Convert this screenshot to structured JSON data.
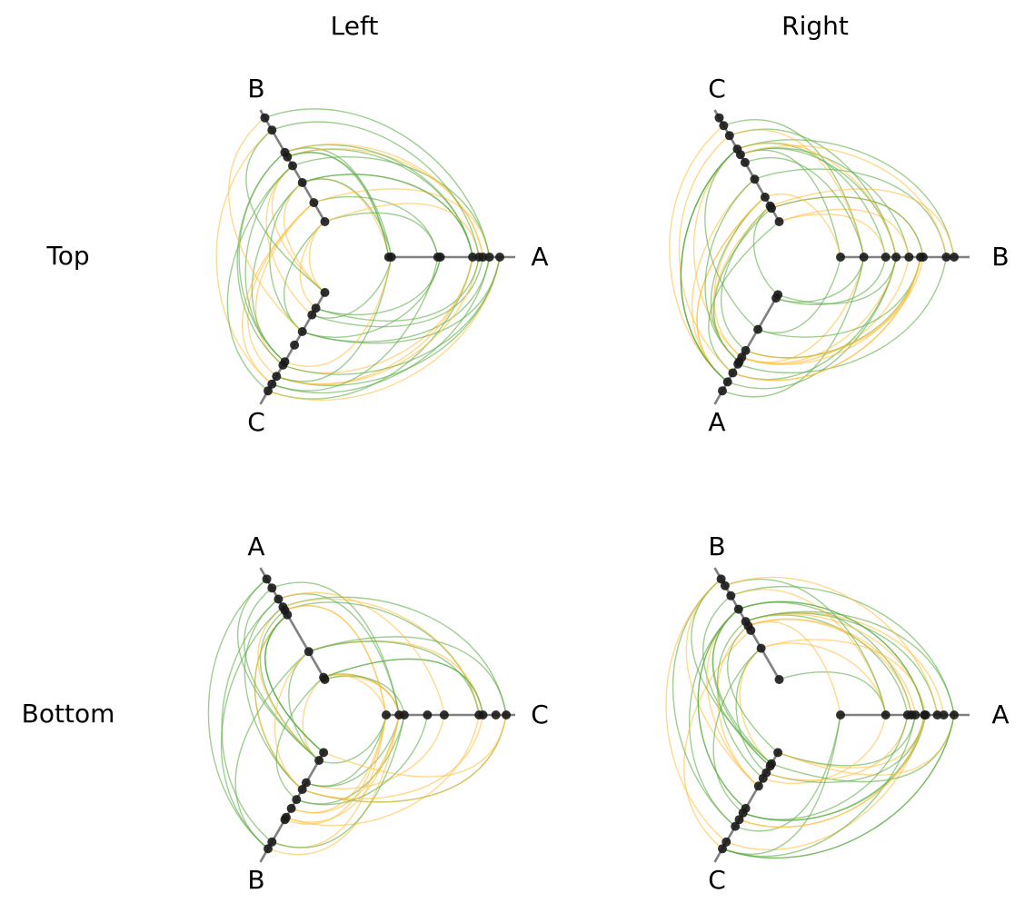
{
  "column_titles": [
    "Left",
    "Right"
  ],
  "row_titles": [
    "Top",
    "Bottom"
  ],
  "colors": {
    "axis": "#808080",
    "node": "#1a1a1a",
    "edge_green": "#5fae48",
    "edge_orange": "#ffbf40"
  },
  "panels": [
    {
      "row": 0,
      "col": 0,
      "axes": [
        {
          "label": "A",
          "nodes": [
            0.02,
            0.04,
            0.4,
            0.42,
            0.67,
            0.72,
            0.75,
            0.8,
            0.88
          ]
        },
        {
          "label": "B",
          "nodes": [
            0.0,
            0.17,
            0.35,
            0.5,
            0.58,
            0.62,
            0.82,
            0.93
          ]
        },
        {
          "label": "C",
          "nodes": [
            0.0,
            0.14,
            0.2,
            0.35,
            0.47,
            0.62,
            0.65,
            0.75,
            0.82,
            0.88
          ]
        }
      ]
    },
    {
      "row": 0,
      "col": 1,
      "axes": [
        {
          "label": "B",
          "nodes": [
            0.0,
            0.18,
            0.35,
            0.43,
            0.53,
            0.62,
            0.64,
            0.82,
            0.88
          ]
        },
        {
          "label": "C",
          "nodes": [
            0.0,
            0.12,
            0.14,
            0.22,
            0.38,
            0.53,
            0.6,
            0.65,
            0.77,
            0.86,
            0.93
          ]
        },
        {
          "label": "A",
          "nodes": [
            0.02,
            0.05,
            0.33,
            0.52,
            0.58,
            0.62,
            0.64,
            0.72,
            0.8,
            0.88
          ]
        }
      ]
    },
    {
      "row": 1,
      "col": 0,
      "axes": [
        {
          "label": "C",
          "nodes": [
            0.0,
            0.1,
            0.14,
            0.32,
            0.45,
            0.72,
            0.75,
            0.85,
            0.93
          ]
        },
        {
          "label": "A",
          "nodes": [
            0.0,
            0.02,
            0.25,
            0.58,
            0.62,
            0.65,
            0.72,
            0.82,
            0.9
          ]
        },
        {
          "label": "B",
          "nodes": [
            0.02,
            0.09,
            0.29,
            0.35,
            0.44,
            0.52,
            0.6,
            0.62,
            0.82,
            0.88
          ]
        }
      ]
    },
    {
      "row": 1,
      "col": 1,
      "axes": [
        {
          "label": "A",
          "nodes": [
            0.0,
            0.35,
            0.52,
            0.55,
            0.58,
            0.65,
            0.66,
            0.75,
            0.8,
            0.88
          ]
        },
        {
          "label": "B",
          "nodes": [
            0.0,
            0.28,
            0.44,
            0.48,
            0.52,
            0.63,
            0.75,
            0.84,
            0.9
          ]
        },
        {
          "label": "C",
          "nodes": [
            0.02,
            0.12,
            0.14,
            0.2,
            0.25,
            0.32,
            0.52,
            0.56,
            0.62,
            0.68,
            0.82,
            0.88
          ]
        }
      ]
    }
  ]
}
